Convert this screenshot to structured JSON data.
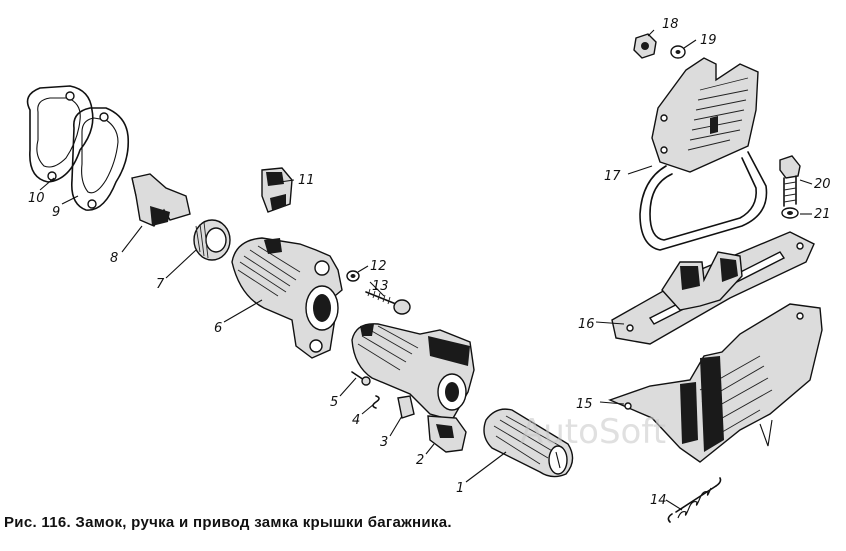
{
  "caption": "Рис. 116. Замок, ручка и привод замка крышки багажника.",
  "watermark": "AutoSoft",
  "callouts": [
    "1",
    "2",
    "3",
    "4",
    "5",
    "6",
    "7",
    "8",
    "9",
    "10",
    "11",
    "12",
    "13",
    "14",
    "15",
    "16",
    "17",
    "18",
    "19",
    "20",
    "21"
  ]
}
